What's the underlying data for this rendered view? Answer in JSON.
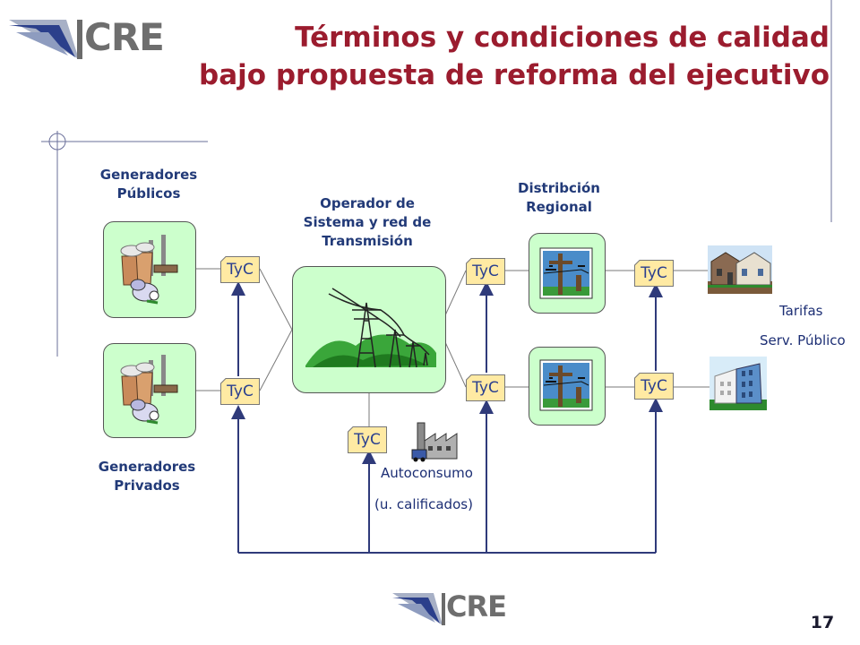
{
  "header": {
    "logo_text": "CRE",
    "title_line1": "Términos y condiciones de calidad",
    "title_line2": "bajo propuesta de reforma del ejecutivo"
  },
  "nodes": {
    "generadores_publicos": "Generadores Públicos",
    "generadores_privados": "Generadores Privados",
    "operador": "Operador de Sistema y red de Transmisión",
    "distribucion": "Distribción Regional",
    "autoconsumo": "Autoconsumo",
    "autoconsumo_sub": "(u. calificados)",
    "tarifas": "Tarifas",
    "serv_publico": "Serv. Público"
  },
  "tyc_label": "TyC",
  "footer": {
    "logo_text": "CRE",
    "page_number": "17"
  },
  "colors": {
    "title": "#9b1c2e",
    "labels": "#223a78",
    "box_fill": "#ccffcc",
    "connector": "#2f3a7a"
  }
}
